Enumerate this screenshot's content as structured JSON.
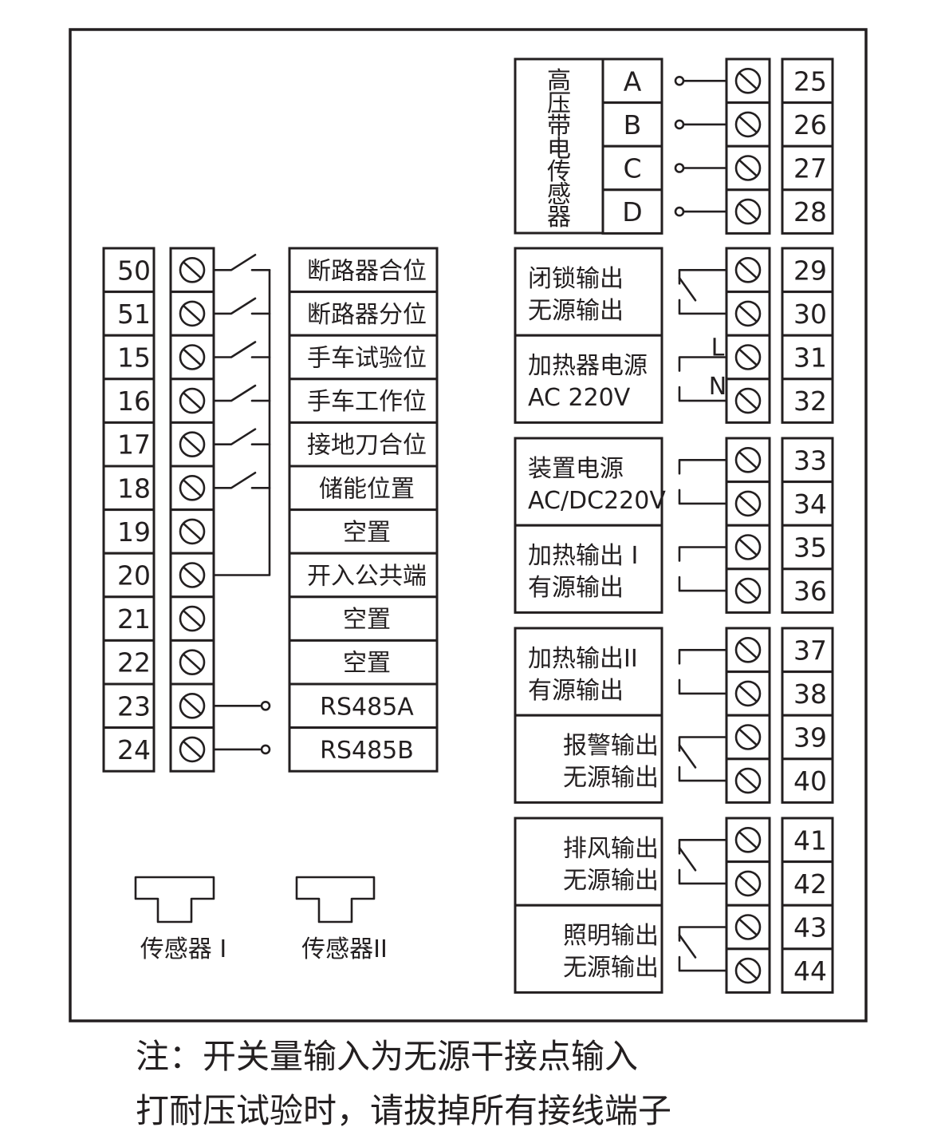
{
  "left": {
    "numbers": [
      "50",
      "51",
      "15",
      "16",
      "17",
      "18",
      "19",
      "20",
      "21",
      "22",
      "23",
      "24"
    ],
    "labels": [
      "断路器合位",
      "断路器分位",
      "手车试验位",
      "手车工作位",
      "接地刀合位",
      "储能位置",
      "空置",
      "开入公共端",
      "空置",
      "空置",
      "RS485A",
      "RS485B"
    ]
  },
  "hv_sensor": {
    "title": "高压带电传感器",
    "phases": [
      "A",
      "B",
      "C",
      "D"
    ],
    "numbers": [
      "25",
      "26",
      "27",
      "28"
    ]
  },
  "right_groups": [
    {
      "numbers": [
        "29",
        "30",
        "31",
        "32"
      ],
      "labels": [
        {
          "line1": "闭锁输出",
          "line2": "无源输出"
        },
        {
          "line1": "加热器电源",
          "line2": "AC 220V"
        }
      ],
      "mini": [
        "L",
        "N"
      ]
    },
    {
      "numbers": [
        "33",
        "34",
        "35",
        "36"
      ],
      "labels": [
        {
          "line1": "装置电源",
          "line2": "AC/DC220V"
        },
        {
          "line1": "加热输出 I",
          "line2": "有源输出"
        }
      ]
    },
    {
      "numbers": [
        "37",
        "38",
        "39",
        "40"
      ],
      "labels": [
        {
          "line1": "加热输出II",
          "line2": "有源输出"
        },
        {
          "line1": "报警输出",
          "line2": "无源输出"
        }
      ]
    },
    {
      "numbers": [
        "41",
        "42",
        "43",
        "44"
      ],
      "labels": [
        {
          "line1": "排风输出",
          "line2": "无源输出"
        },
        {
          "line1": "照明输出",
          "line2": "无源输出"
        }
      ]
    }
  ],
  "sensors": [
    "传感器 I",
    "传感器II"
  ],
  "notes": [
    "注：开关量输入为无源干接点输入",
    "打耐压试验时，请拔掉所有接线端子"
  ]
}
